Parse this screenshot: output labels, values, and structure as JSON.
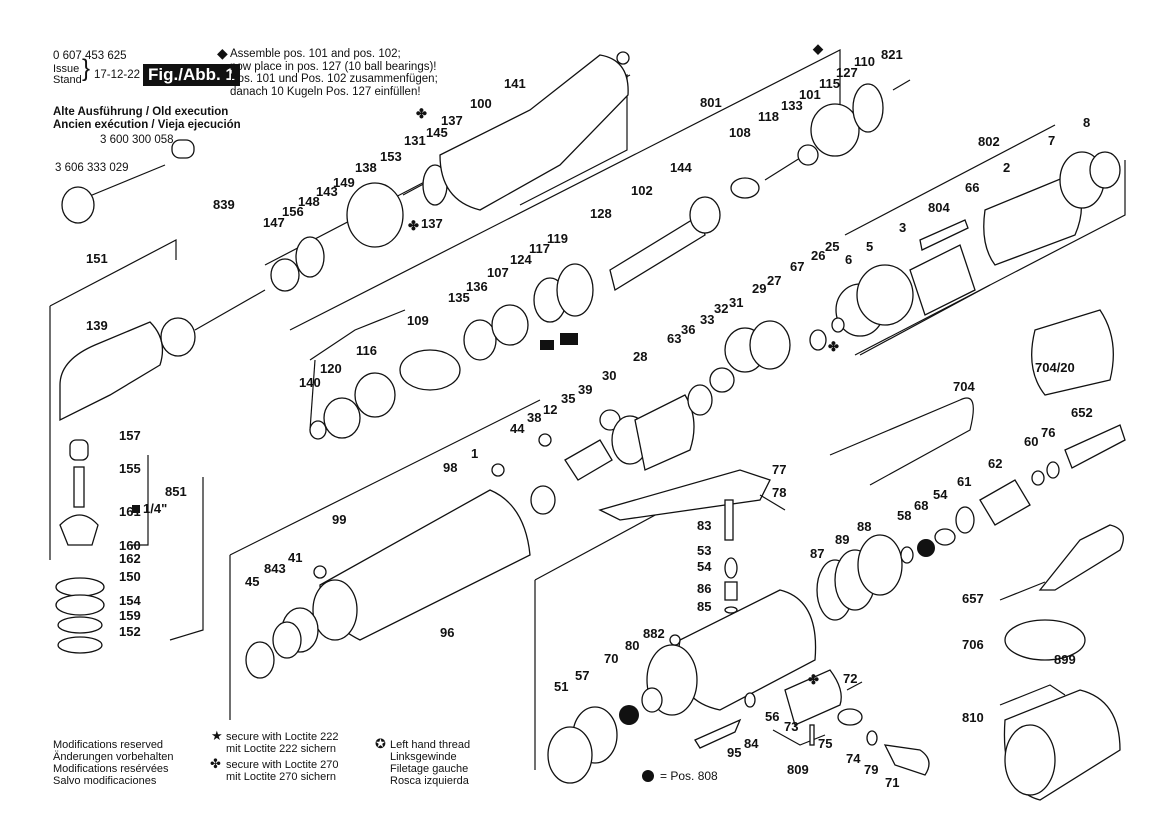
{
  "header": {
    "part_number": "0 607 453 625",
    "issue_label": "Issue",
    "stand_label": "Stand",
    "issue_date": "17-12-22",
    "figure_label": "Fig./Abb. 1",
    "old_execution_line1": "Alte Ausführung / Old execution",
    "old_execution_line2": "Ancien exécution / Vieja ejecución",
    "old_part_a": "3 600 300 058",
    "old_part_b": "3 606 333 029"
  },
  "assembly_note": {
    "line1": "Assemble pos. 101 and pos. 102;",
    "line2": "now place in pos. 127 (10 ball bearings)!",
    "line3": "Pos. 101 und Pos. 102 zusammenfügen;",
    "line4": "danach 10 Kugeln Pos. 127 einfüllen!"
  },
  "legend": {
    "modifications": [
      "Modifications reserved",
      "Änderungen vorbehalten",
      "Modifications resérvées",
      "Salvo modificaciones"
    ],
    "loctite222": [
      "secure with Loctite 222",
      "mit Loctite 222 sichern"
    ],
    "loctite270": [
      "secure with Loctite 270",
      "mit Loctite 270 sichern"
    ],
    "left_thread": [
      "Left hand thread",
      "Linksgewinde",
      "Filetage gauche",
      "Rosca izquierda"
    ],
    "pos808": "= Pos. 808",
    "square_drive": "1/4\""
  },
  "labels": {
    "l141": "141",
    "l100": "100",
    "l137a": "137",
    "l137b": "137",
    "l131": "131",
    "l145": "145",
    "l153": "153",
    "l138": "138",
    "l149": "149",
    "l143": "143",
    "l148": "148",
    "l156": "156",
    "l147": "147",
    "l801": "801",
    "l108": "108",
    "l118": "118",
    "l133": "133",
    "l101": "101",
    "l115": "115",
    "l127": "127",
    "l110": "110",
    "l821": "821",
    "l144": "144",
    "l102": "102",
    "l128": "128",
    "l119": "119",
    "l117": "117",
    "l124": "124",
    "l107": "107",
    "l136": "136",
    "l135": "135",
    "l109": "109",
    "l116": "116",
    "l120": "120",
    "l140": "140",
    "l802": "802",
    "l7": "7",
    "l8": "8",
    "l2": "2",
    "l66": "66",
    "l804": "804",
    "l3": "3",
    "l5": "5",
    "l6": "6",
    "l25": "25",
    "l26": "26",
    "l67": "67",
    "l27": "27",
    "l29": "29",
    "l31": "31",
    "l32": "32",
    "l33": "33",
    "l36": "36",
    "l63": "63",
    "l28": "28",
    "l30": "30",
    "l39": "39",
    "l35": "35",
    "l12": "12",
    "l38": "38",
    "l44": "44",
    "l839": "839",
    "l151": "151",
    "l139": "139",
    "l157": "157",
    "l155": "155",
    "l851": "851",
    "l161": "161",
    "l160": "160",
    "l162": "162",
    "l150": "150",
    "l154": "154",
    "l159": "159",
    "l152": "152",
    "l1": "1",
    "l98": "98",
    "l99": "99",
    "l96": "96",
    "l41": "41",
    "l843": "843",
    "l45": "45",
    "l704_20": "704/20",
    "l704": "704",
    "l652": "652",
    "l76": "76",
    "l60": "60",
    "l62": "62",
    "l61": "61",
    "l54a": "54",
    "l68": "68",
    "l58": "58",
    "l88": "88",
    "l89": "89",
    "l87": "87",
    "l77": "77",
    "l78": "78",
    "l83": "83",
    "l53": "53",
    "l54b": "54",
    "l86": "86",
    "l85": "85",
    "l657": "657",
    "l706": "706",
    "l899": "899",
    "l810": "810",
    "l882": "882",
    "l80": "80",
    "l70": "70",
    "l57": "57",
    "l51": "51",
    "l95": "95",
    "l84": "84",
    "l56": "56",
    "l73": "73",
    "l75": "75",
    "l809": "809",
    "l72": "72",
    "l74": "74",
    "l79": "79",
    "l71": "71"
  }
}
